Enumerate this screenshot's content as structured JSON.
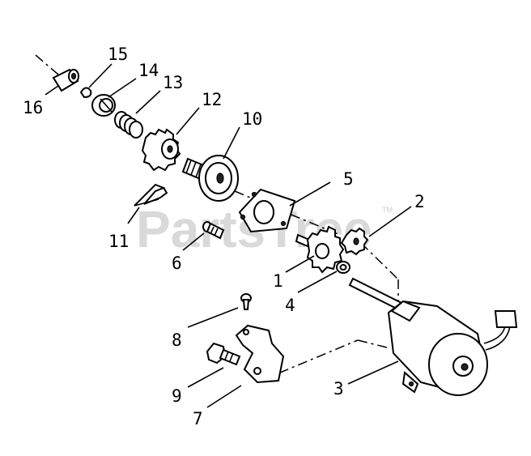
{
  "watermark": {
    "text": "PartsTree",
    "tm": "TM"
  },
  "callouts": [
    {
      "id": "1",
      "label": "1"
    },
    {
      "id": "2",
      "label": "2"
    },
    {
      "id": "3",
      "label": "3"
    },
    {
      "id": "4",
      "label": "4"
    },
    {
      "id": "5",
      "label": "5"
    },
    {
      "id": "6",
      "label": "6"
    },
    {
      "id": "7",
      "label": "7"
    },
    {
      "id": "8",
      "label": "8"
    },
    {
      "id": "9",
      "label": "9"
    },
    {
      "id": "10",
      "label": "10"
    },
    {
      "id": "11",
      "label": "11"
    },
    {
      "id": "12",
      "label": "12"
    },
    {
      "id": "13",
      "label": "13"
    },
    {
      "id": "14",
      "label": "14"
    },
    {
      "id": "15",
      "label": "15"
    },
    {
      "id": "16",
      "label": "16"
    }
  ]
}
